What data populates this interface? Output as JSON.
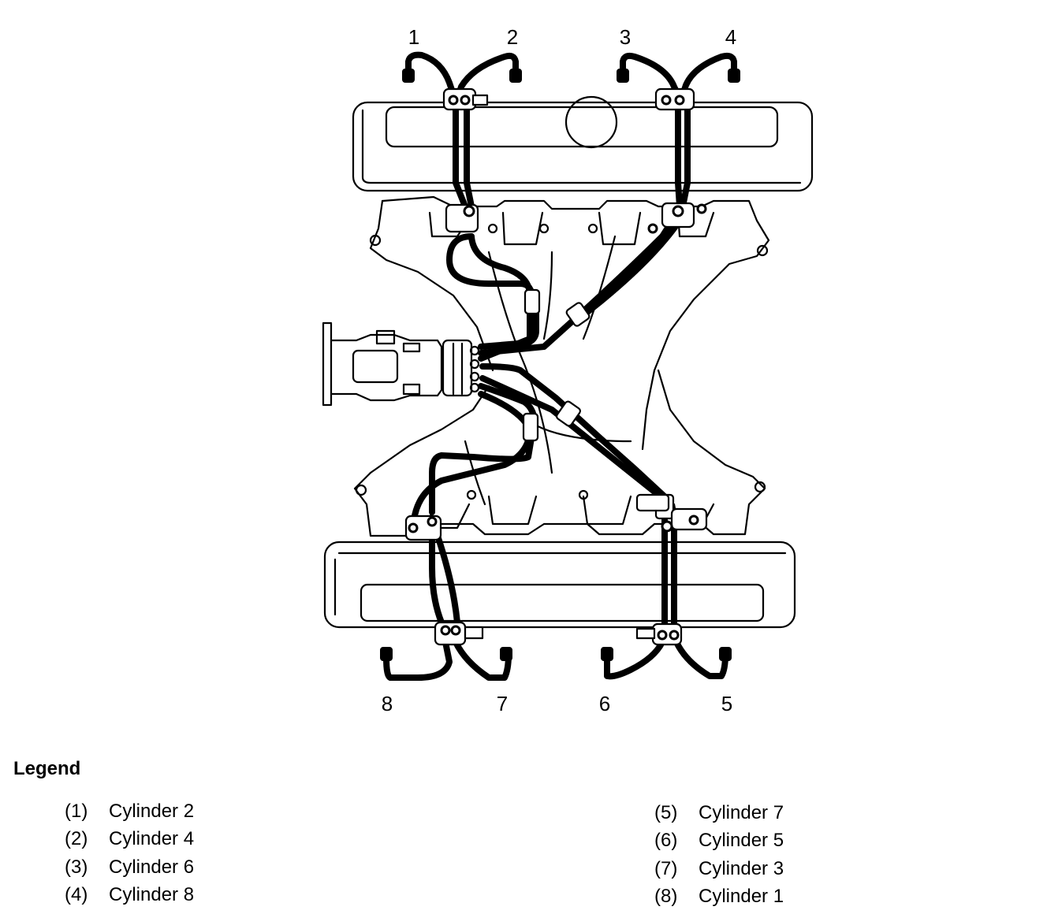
{
  "callouts": [
    "1",
    "2",
    "3",
    "4",
    "5",
    "6",
    "7",
    "8"
  ],
  "legend": {
    "title": "Legend",
    "items": [
      {
        "num": "(1)",
        "label": "Cylinder 2"
      },
      {
        "num": "(2)",
        "label": "Cylinder 4"
      },
      {
        "num": "(3)",
        "label": "Cylinder 6"
      },
      {
        "num": "(4)",
        "label": "Cylinder 8"
      },
      {
        "num": "(5)",
        "label": "Cylinder 7"
      },
      {
        "num": "(6)",
        "label": "Cylinder 5"
      },
      {
        "num": "(7)",
        "label": "Cylinder 3"
      },
      {
        "num": "(8)",
        "label": "Cylinder 1"
      }
    ]
  },
  "colors": {
    "line": "#000000",
    "background": "#ffffff"
  }
}
